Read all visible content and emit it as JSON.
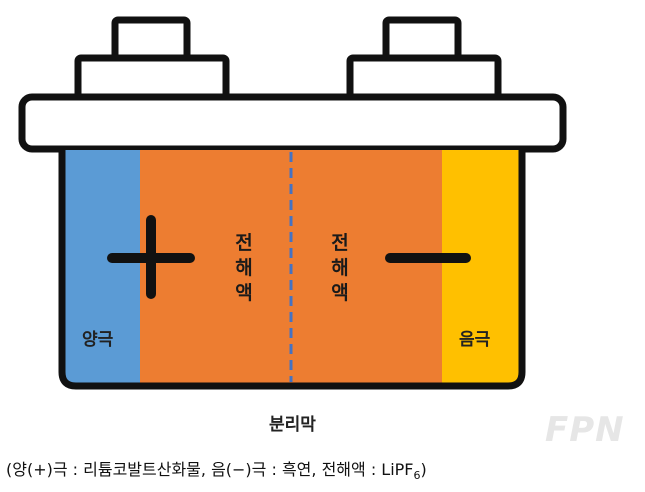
{
  "labels": {
    "electrolyte_left": "전해액",
    "electrolyte_right": "전해액",
    "cathode": "양극",
    "anode": "음극",
    "separator": "분리막"
  },
  "caption": {
    "main": "(양(+)극 : 리튬코발트산화물, 음(−)극 : 흑연, 전해액 : LiPF",
    "subscript": "6",
    "close": ")"
  },
  "watermark": "FPN",
  "colors": {
    "cathode": "#5b9bd5",
    "electrolyte": "#ed7d31",
    "anode": "#ffc000",
    "separator": "#4472c4",
    "outline": "#111111"
  }
}
